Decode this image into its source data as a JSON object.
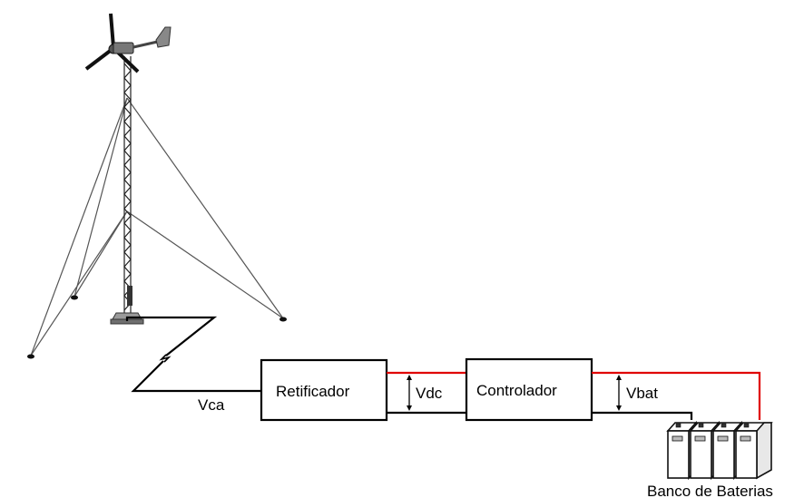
{
  "blocks": {
    "rectifier": "Retificador",
    "controller": "Controlador"
  },
  "voltages": {
    "ac": "Vca",
    "dc": "Vdc",
    "battery": "Vbat"
  },
  "battery_bank_label": "Banco de Baterias",
  "colors": {
    "positive_wire": "#e00000",
    "negative_wire": "#000000",
    "tower": "#222222"
  }
}
